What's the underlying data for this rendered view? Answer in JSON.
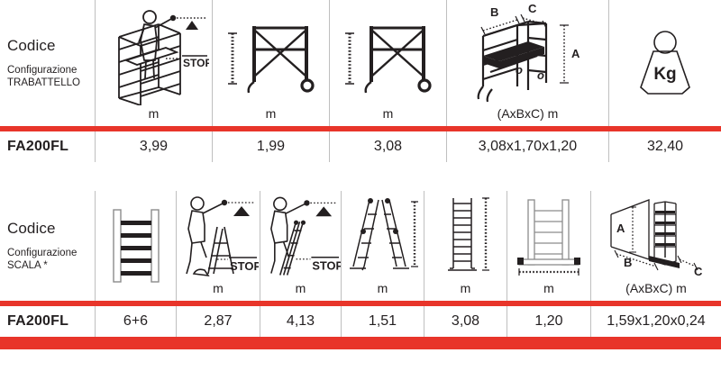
{
  "theme": {
    "accent": "#e8352a",
    "ink": "#231f20",
    "rule": "#bfbfbf"
  },
  "tables": [
    {
      "id": "trabattello",
      "label": {
        "code_heading": "Codice",
        "config_line1": "Configurazione",
        "config_line2": "TRABATTELLO"
      },
      "columns": [
        {
          "icon": "scaffold-person-reach-icon",
          "unit": "m",
          "value": "3,99"
        },
        {
          "icon": "scaffold-frame-height-icon",
          "unit": "m",
          "value": "1,99"
        },
        {
          "icon": "scaffold-frame-width-icon",
          "unit": "m",
          "value": "3,08"
        },
        {
          "icon": "scaffold-3d-dimensions-icon",
          "unit": "(AxBxC) m",
          "value": "3,08x1,70x1,20"
        },
        {
          "icon": "weight-kg-icon",
          "unit": "",
          "value": "32,40"
        }
      ],
      "row_code": "FA200FL",
      "stop_label": "STOP",
      "dim_labels": [
        "A",
        "B",
        "C"
      ],
      "weight_label": "Kg"
    },
    {
      "id": "scala",
      "label": {
        "code_heading": "Codice",
        "config_line1": "Configurazione",
        "config_line2": "SCALA *"
      },
      "columns": [
        {
          "icon": "ladder-steps-icon",
          "unit": "",
          "value": "6+6"
        },
        {
          "icon": "person-stepladder-stop-icon",
          "unit": "m",
          "value": "2,87"
        },
        {
          "icon": "person-extension-ladder-stop-icon",
          "unit": "m",
          "value": "4,13"
        },
        {
          "icon": "ladder-a-frame-icon",
          "unit": "m",
          "value": "1,51"
        },
        {
          "icon": "ladder-extended-icon",
          "unit": "m",
          "value": "3,08"
        },
        {
          "icon": "ladder-stabilizer-width-icon",
          "unit": "m",
          "value": "1,20"
        },
        {
          "icon": "ladder-folded-dimensions-icon",
          "unit": "(AxBxC) m",
          "value": "1,59x1,20x0,24"
        }
      ],
      "row_code": "FA200FL",
      "stop_label": "STOP",
      "dim_labels": [
        "A",
        "B",
        "C"
      ]
    }
  ]
}
